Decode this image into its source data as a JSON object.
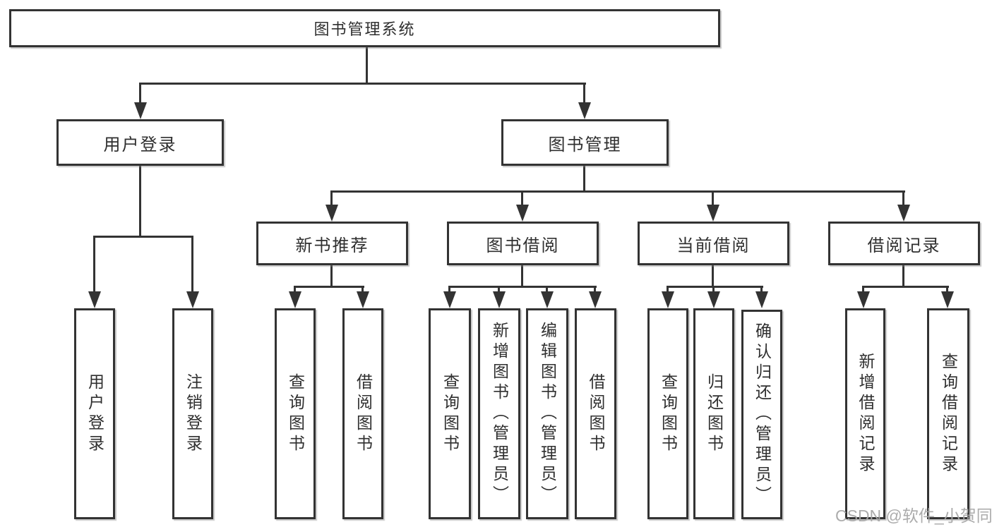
{
  "colors": {
    "line": "#333333",
    "text": "#2f2f2f",
    "background": "#ffffff",
    "watermark": "#a8a8a8"
  },
  "watermark": "CSDN @软件_小贺同学",
  "tree": {
    "label": "图书管理系统",
    "children": [
      {
        "label": "用户登录",
        "children": [
          {
            "label": "用户登录"
          },
          {
            "label": "注销登录"
          }
        ]
      },
      {
        "label": "图书管理",
        "children": [
          {
            "label": "新书推荐",
            "children": [
              {
                "label": "查询图书"
              },
              {
                "label": "借阅图书"
              }
            ]
          },
          {
            "label": "图书借阅",
            "children": [
              {
                "label": "查询图书"
              },
              {
                "label": "新增图书（管理员）"
              },
              {
                "label": "编辑图书（管理员）"
              },
              {
                "label": "借阅图书"
              }
            ]
          },
          {
            "label": "当前借阅",
            "children": [
              {
                "label": "查询图书"
              },
              {
                "label": "归还图书"
              },
              {
                "label": "确认归还（管理员）"
              }
            ]
          },
          {
            "label": "借阅记录",
            "children": [
              {
                "label": "新增借阅记录"
              },
              {
                "label": "查询借阅记录"
              }
            ]
          }
        ]
      }
    ]
  }
}
